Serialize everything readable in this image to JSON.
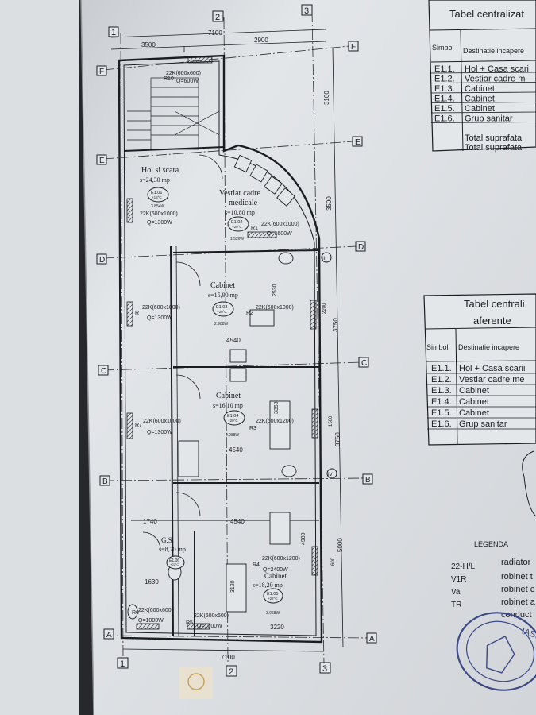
{
  "grid": {
    "cols": [
      "1",
      "2",
      "3"
    ],
    "rows": [
      "F",
      "E",
      "D",
      "C",
      "B",
      "A"
    ],
    "roman": [
      "III",
      "IV"
    ]
  },
  "dims": {
    "top_left": "3500",
    "top_total": "7100",
    "top_right": "2900",
    "bottom_total": "7100",
    "bottom_right": "3220",
    "right_fe": "3100",
    "right_ed": "3500",
    "right_dc": "3750",
    "right_cb": "3750",
    "right_ba": "5000",
    "width_1": "4540",
    "width_2": "4540",
    "width_3": "4540",
    "small_1740": "1740",
    "small_1630": "1630",
    "v_2530": "2530",
    "v_3350": "3350",
    "v_3120": "3120",
    "v_4980": "4980",
    "v_2200": "2200",
    "v_1500": "1500",
    "v_600": "600"
  },
  "rooms": [
    {
      "name": "Hol si scara",
      "area": "s=24,30 mp",
      "tag": "E1.01",
      "temp": "+18°C",
      "power": "3.854W"
    },
    {
      "name": "Vestiar cadre",
      "name2": "medicale",
      "area": "s=10,80 mp",
      "tag": "E1.02",
      "temp": "+20°C",
      "power": "1.526W"
    },
    {
      "name": "Cabinet",
      "area": "s=15,90 mp",
      "tag": "E1.03",
      "temp": "+20°C",
      "power": "2.988W"
    },
    {
      "name": "Cabinet",
      "area": "s=16,10 mp",
      "tag": "E1.04",
      "temp": "+20°C",
      "power": "2.988W"
    },
    {
      "name": "G.S.",
      "area": "s=8,70 mp",
      "tag": "E1.06",
      "temp": "+22°C",
      "power": ""
    },
    {
      "name": "Cabinet",
      "area": "s=18,20 mp",
      "tag": "E1.05",
      "temp": "+22°C",
      "power": "3.068W"
    }
  ],
  "radiators": [
    {
      "id": "R10",
      "type": "22K(600x600)",
      "q": "Q=600W"
    },
    {
      "id": "R",
      "type": "22K(600x1000)",
      "q": "Q=1300W"
    },
    {
      "id": "R1",
      "type": "22K(600x1000)",
      "q": "Q=1600W"
    },
    {
      "id": "R",
      "type": "22K(600x1000)",
      "q": "Q=1300W"
    },
    {
      "id": "R2",
      "type": "22K(600x1000)",
      "q": ""
    },
    {
      "id": "R7",
      "type": "22K(600x1000)",
      "q": "Q=1300W"
    },
    {
      "id": "R3",
      "type": "22K(600x1200)",
      "q": ""
    },
    {
      "id": "R4",
      "type": "22K(600x1200)",
      "q": "Q=2400W"
    },
    {
      "id": "R6",
      "type": "22K(600x600)",
      "q": "Q=1000W"
    },
    {
      "id": "R5",
      "type": "22K(600x600)",
      "q": "Q=1000W"
    }
  ],
  "table1": {
    "title": "Tabel centralizat",
    "col_symbol": "Simbol",
    "col_dest": "Destinatie incapere",
    "rows": [
      {
        "sym": "E1.1.",
        "dest": "Hol + Casa scari"
      },
      {
        "sym": "E1.2.",
        "dest": "Vestiar cadre m"
      },
      {
        "sym": "E1.3.",
        "dest": "Cabinet"
      },
      {
        "sym": "E1.4.",
        "dest": "Cabinet"
      },
      {
        "sym": "E1.5.",
        "dest": "Cabinet"
      },
      {
        "sym": "E1.6.",
        "dest": "Grup sanitar"
      }
    ],
    "total1": "Total suprafata",
    "total2": "Total suprafata"
  },
  "table2": {
    "title1": "Tabel centrali",
    "title2": "aferente",
    "col_symbol": "Simbol",
    "col_dest": "Destinatie incapere",
    "rows": [
      {
        "sym": "E1.1.",
        "dest": "Hol + Casa scarii"
      },
      {
        "sym": "E1.2.",
        "dest": "Vestiar cadre me"
      },
      {
        "sym": "E1.3.",
        "dest": "Cabinet"
      },
      {
        "sym": "E1.4.",
        "dest": "Cabinet"
      },
      {
        "sym": "E1.5.",
        "dest": "Cabinet"
      },
      {
        "sym": "E1.6.",
        "dest": "Grup sanitar"
      }
    ]
  },
  "legend": {
    "title": "LEGENDA",
    "items": [
      {
        "code": "22-H/L",
        "text": "radiator"
      },
      {
        "code": "V1R",
        "text": "robinet t"
      },
      {
        "code": "Va",
        "text": "robinet c"
      },
      {
        "code": "TR",
        "text": "robinet a"
      },
      {
        "code": "",
        "text": "conduct"
      }
    ]
  },
  "stamp": {
    "text": "IASI"
  },
  "colors": {
    "paper": "#dfe2e5",
    "ink": "#1b1d22",
    "background": "#2a2c30"
  }
}
